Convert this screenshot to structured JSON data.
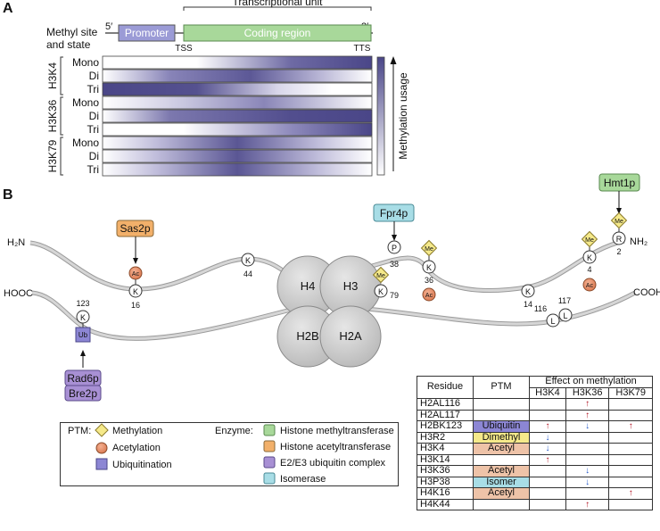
{
  "panel_a": {
    "label": "A",
    "transcriptional_unit": "Transcriptional unit",
    "methyl_site_line1": "Methyl site",
    "methyl_site_line2": "and state",
    "five_prime": "5′",
    "three_prime": "3′",
    "promoter": "Promoter",
    "coding_region": "Coding region",
    "tss": "TSS",
    "tts": "TTS",
    "groups": [
      {
        "name": "H3K4",
        "states": [
          "Mono",
          "Di",
          "Tri"
        ]
      },
      {
        "name": "H3K36",
        "states": [
          "Mono",
          "Di",
          "Tri"
        ]
      },
      {
        "name": "H3K79",
        "states": [
          "Mono",
          "Di",
          "Tri"
        ]
      }
    ],
    "usage_label": "Methylation usage",
    "colors": {
      "dark": "#545092",
      "light": "#ffffff",
      "promoter": "#9b9bd6",
      "coding": "#a8d89a"
    }
  },
  "panel_b": {
    "label": "B",
    "h3_n_terminus": "H₂N",
    "h3_nh2": "NH₂",
    "h2b_c_terminus": "HOOC",
    "h2a_c_terminus": "COOH",
    "histones": [
      "H4",
      "H3",
      "H2B",
      "H2A"
    ],
    "enzymes": {
      "sas2p": "Sas2p",
      "fpr4p": "Fpr4p",
      "hmt1p": "Hmt1p",
      "rad6p": "Rad6p",
      "bre2p": "Bre2p"
    },
    "residues": {
      "k44": {
        "letter": "K",
        "num": "44"
      },
      "k16": {
        "letter": "K",
        "num": "16"
      },
      "k79": {
        "letter": "K",
        "num": "79"
      },
      "p38": {
        "letter": "P",
        "num": "38"
      },
      "k36": {
        "letter": "K",
        "num": "36"
      },
      "k14": {
        "letter": "K",
        "num": "14"
      },
      "k4": {
        "letter": "K",
        "num": "4"
      },
      "r2": {
        "letter": "R",
        "num": "2"
      },
      "k123": {
        "letter": "K",
        "num": "123"
      },
      "l116": {
        "letter": "L",
        "num": "116"
      },
      "l117": {
        "letter": "L",
        "num": "117"
      }
    },
    "marks": {
      "me": "Me",
      "ac": "Ac",
      "ub": "Ub"
    },
    "legend": {
      "ptm_title": "PTM:",
      "ptm_items": [
        "Methylation",
        "Acetylation",
        "Ubiquitination"
      ],
      "enzyme_title": "Enzyme:",
      "enzyme_items": [
        {
          "label": "Histone methyltransferase",
          "color": "#a8d89a"
        },
        {
          "label": "Histone acetyltransferase",
          "color": "#f2b06a"
        },
        {
          "label": "E2/E3 ubiquitin complex",
          "color": "#a890d4"
        },
        {
          "label": "Isomerase",
          "color": "#a8dde6"
        }
      ]
    },
    "table": {
      "headers": {
        "residue": "Residue",
        "ptm": "PTM",
        "effect": "Effect on methylation",
        "cols": [
          "H3K4",
          "H3K36",
          "H3K79"
        ]
      },
      "rows": [
        {
          "residue": "H2AL116",
          "ptm": "",
          "ptm_color": "",
          "effects": [
            "",
            "up",
            ""
          ]
        },
        {
          "residue": "H2AL117",
          "ptm": "",
          "ptm_color": "",
          "effects": [
            "",
            "up",
            ""
          ]
        },
        {
          "residue": "H2BK123",
          "ptm": "Ubiquitin",
          "ptm_color": "#8c86d4",
          "effects": [
            "up",
            "down",
            "up"
          ]
        },
        {
          "residue": "H3R2",
          "ptm": "Dimethyl",
          "ptm_color": "#f5e98a",
          "effects": [
            "down",
            "",
            ""
          ]
        },
        {
          "residue": "H3K4",
          "ptm": "Acetyl",
          "ptm_color": "#eec3a8",
          "effects": [
            "down",
            "",
            ""
          ]
        },
        {
          "residue": "H3K14",
          "ptm": "",
          "ptm_color": "",
          "effects": [
            "up",
            "",
            ""
          ]
        },
        {
          "residue": "H3K36",
          "ptm": "Acetyl",
          "ptm_color": "#eec3a8",
          "effects": [
            "",
            "down",
            ""
          ]
        },
        {
          "residue": "H3P38",
          "ptm": "Isomer",
          "ptm_color": "#a8dde6",
          "effects": [
            "",
            "down",
            ""
          ]
        },
        {
          "residue": "H4K16",
          "ptm": "Acetyl",
          "ptm_color": "#eec3a8",
          "effects": [
            "",
            "",
            "up"
          ]
        },
        {
          "residue": "H4K44",
          "ptm": "",
          "ptm_color": "",
          "effects": [
            "",
            "up",
            ""
          ]
        }
      ],
      "arrows": {
        "up": "↑",
        "down": "↓"
      }
    }
  }
}
